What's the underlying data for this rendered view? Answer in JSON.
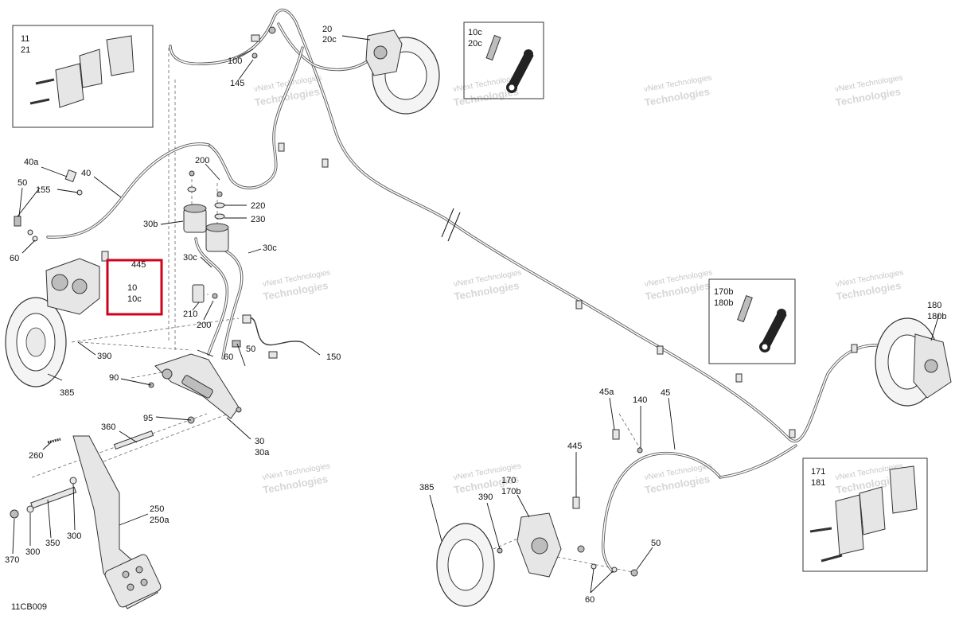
{
  "diagram_id": "11CB009",
  "watermark": [
    "vNext Technologies",
    "vNext",
    "Technologies"
  ],
  "inset_labels": {
    "pads_front": [
      "11",
      "21"
    ],
    "bleeder_front": [
      "10c",
      "20c"
    ],
    "bleeder_rear": [
      "170b",
      "180b"
    ],
    "pads_rear": [
      "171",
      "181"
    ]
  },
  "highlight_labels": [
    "445",
    "10",
    "10c"
  ],
  "callouts": {
    "c100": "100",
    "c145": "145",
    "c20": "20",
    "c20c": "20c",
    "c40a": "40a",
    "c40": "40",
    "c50a": "50",
    "c155": "155",
    "c60a": "60",
    "c200a": "200",
    "c220": "220",
    "c230": "230",
    "c30b": "30b",
    "c30c1": "30c",
    "c30c2": "30c",
    "c210": "210",
    "c200b": "200",
    "c390a": "390",
    "c385a": "385",
    "c90": "90",
    "c95": "95",
    "c60b": "60",
    "c50b": "50",
    "c150": "150",
    "c30": "30",
    "c30a": "30a",
    "c360": "360",
    "c260": "260",
    "c250": "250",
    "c250a": "250a",
    "c370": "370",
    "c300a": "300",
    "c350": "350",
    "c300b": "300",
    "c180": "180",
    "c180b": "180b",
    "c45a": "45a",
    "c140": "140",
    "c45": "45",
    "c445": "445",
    "c385b": "385",
    "c390b": "390",
    "c170": "170",
    "c170b": "170b",
    "c50c": "50",
    "c60c": "60"
  }
}
